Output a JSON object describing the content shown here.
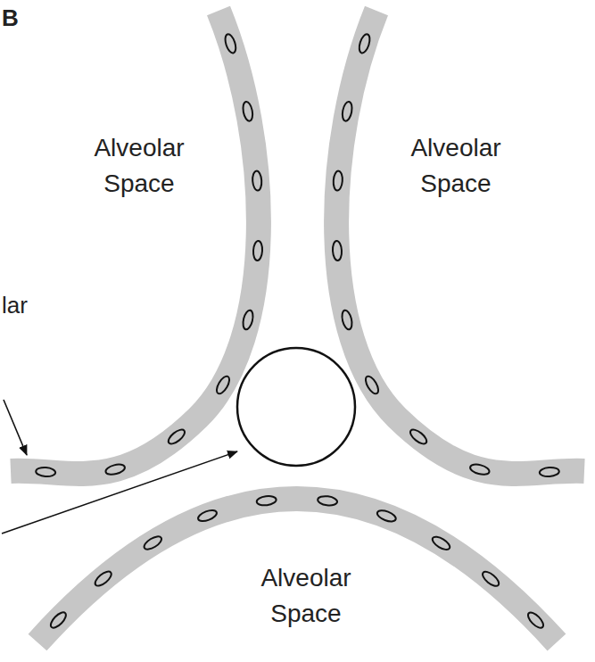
{
  "diagram": {
    "labels": [
      "B",
      "Alveolar Space",
      "Alveolar Space",
      "Alveolar Space",
      "lar"
    ]
  }
}
